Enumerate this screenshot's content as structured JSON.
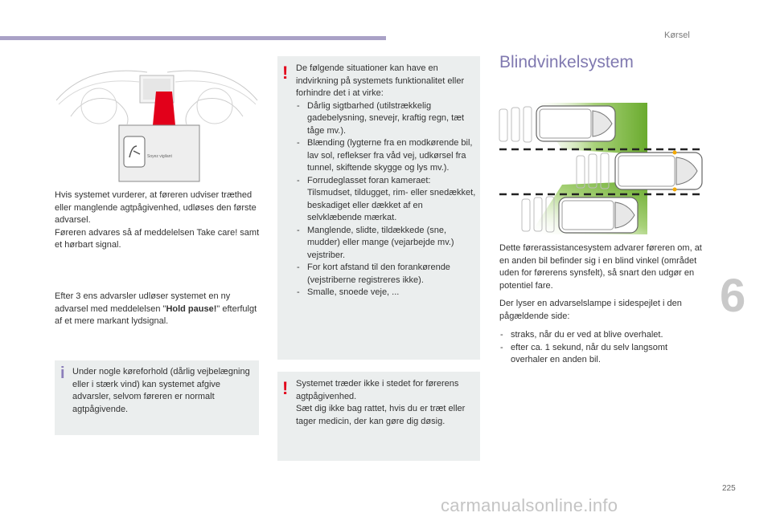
{
  "header": {
    "section_title": "Kørsel"
  },
  "chapter_number": "6",
  "page_number": "225",
  "watermark": "carmanualsonline.info",
  "col1": {
    "illustration_caption": "Soyez vigilant",
    "para1": "Hvis systemet vurderer, at føreren udviser træthed eller manglende agtpågivenhed, udløses den første advarsel.",
    "para2": "Føreren advares så af meddelelsen Take care! samt et hørbart signal.",
    "para3_a": "Efter 3 ens advarsler udløser systemet en ny advarsel med meddelelsen \"",
    "para3_bold": "Hold pause!",
    "para3_b": "\" efterfulgt af et mere markant lydsignal.",
    "info_note": "Under nogle køreforhold (dårlig vejbelægning eller i stærk vind) kan systemet afgive advarsler, selvom føreren er normalt agtpågivende."
  },
  "col2": {
    "warning1_intro": "De følgende situationer kan have en indvirkning på systemets funktionalitet eller forhindre det i at virke:",
    "warning1_items": [
      "Dårlig sigtbarhed (utilstrækkelig gadebelysning, snevejr, kraftig regn, tæt tåge mv.).",
      "Blænding (lygterne fra en modkørende bil, lav sol, reflekser fra våd vej, udkørsel fra tunnel, skiftende skygge og lys mv.).",
      "Forrudeglasset foran kameraet: Tilsmudset, tildugget, rim- eller snedækket, beskadiget eller dækket af en selvklæbende mærkat.",
      "Manglende, slidte, tildækkede (sne, mudder) eller mange (vejarbejde mv.) vejstriber.",
      "For kort afstand til den forankørende (vejstriberne registreres ikke).",
      "Smalle, snoede veje, ..."
    ],
    "warning2": "Systemet træder ikke i stedet for førerens agtpågivenhed.\nSæt dig ikke bag rattet, hvis du er træt eller tager medicin, der kan gøre dig døsig."
  },
  "col3": {
    "heading": "Blindvinkelsystem",
    "para1": "Dette førerassistancesystem advarer føreren om, at en anden bil befinder sig i en blind vinkel (området uden for førerens synsfelt), så snart den udgør en potentiel fare.",
    "para2": "Der lyser en advarselslampe i sidespejlet i den pågældende side:",
    "items": [
      "straks, når du er ved at blive overhalet.",
      "efter ca. 1 sekund, når du selv langsomt overhaler en anden bil."
    ]
  },
  "colors": {
    "accent_purple": "#8079b0",
    "warning_red": "#e2001a",
    "zone_green": "#6aab2e",
    "box_gray": "#ebeeee"
  }
}
